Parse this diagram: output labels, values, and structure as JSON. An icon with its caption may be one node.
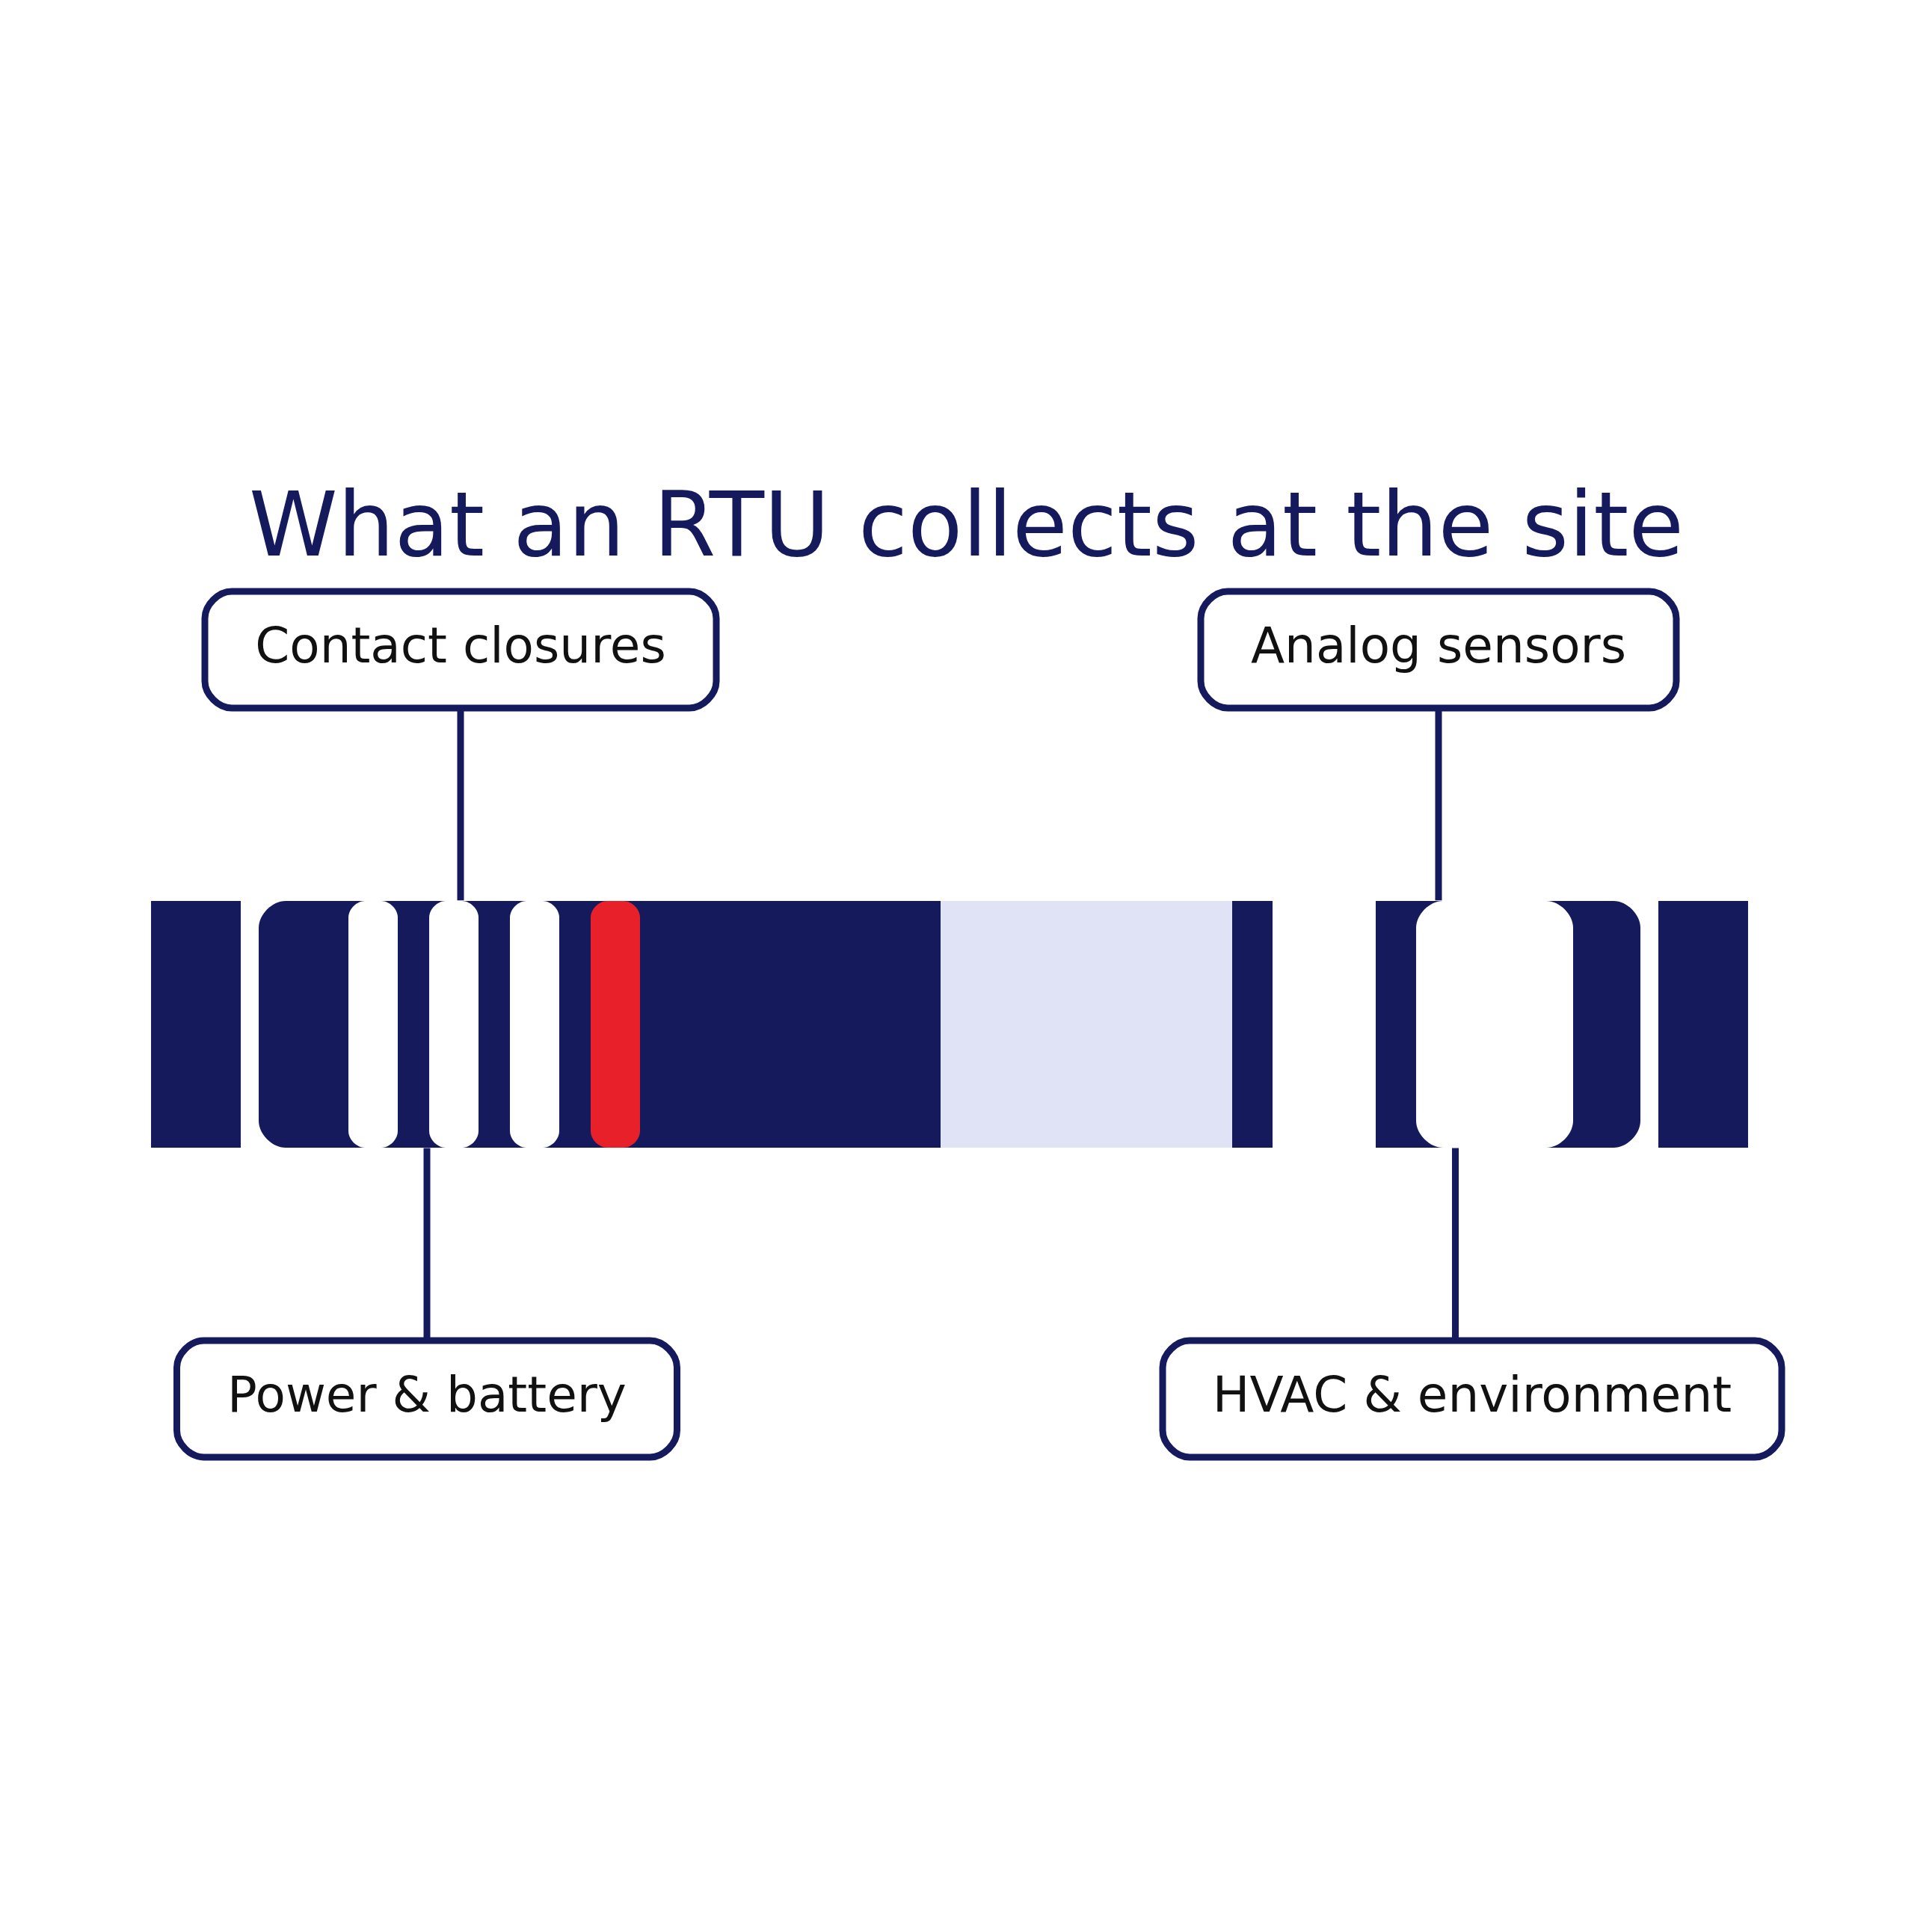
{
  "diagram": {
    "title": "What an RTU collects at the site",
    "nodes": [
      {
        "text": [
          "Contact closures"
        ]
      },
      {
        "text": [
          "Analog sensors"
        ]
      },
      {
        "text": [],
        "shape": "picture"
      },
      {
        "text": [
          "Power & battery"
        ]
      },
      {
        "text": [
          "HVAC & environment"
        ]
      }
    ],
    "edges": [
      {
        "from": 0,
        "to": 2,
        "arrow": "none"
      },
      {
        "from": 1,
        "to": 2,
        "arrow": "none"
      },
      {
        "from": 2,
        "to": 3,
        "arrow": "none"
      },
      {
        "from": 2,
        "to": 4,
        "arrow": "none"
      }
    ]
  }
}
